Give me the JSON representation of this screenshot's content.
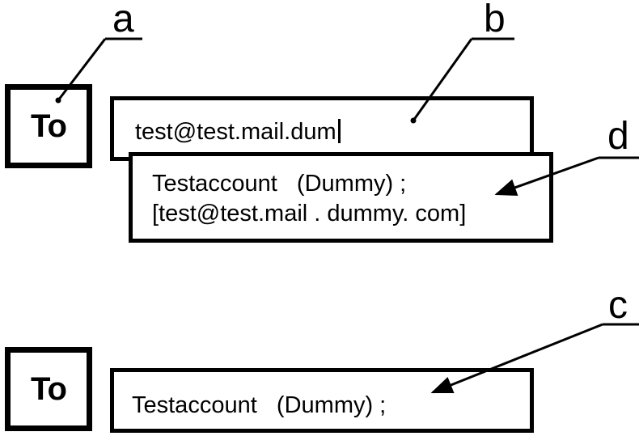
{
  "top": {
    "to_label": "To",
    "input_value": "test@test.mail.dum",
    "suggestion": {
      "name": "Testaccount   (Dummy) ;",
      "address": "[test@test.mail . dummy. com]"
    }
  },
  "bottom": {
    "to_label": "To",
    "input_value": "Testaccount   (Dummy) ;"
  },
  "callouts": {
    "a": "a",
    "b": "b",
    "c": "c",
    "d": "d"
  }
}
